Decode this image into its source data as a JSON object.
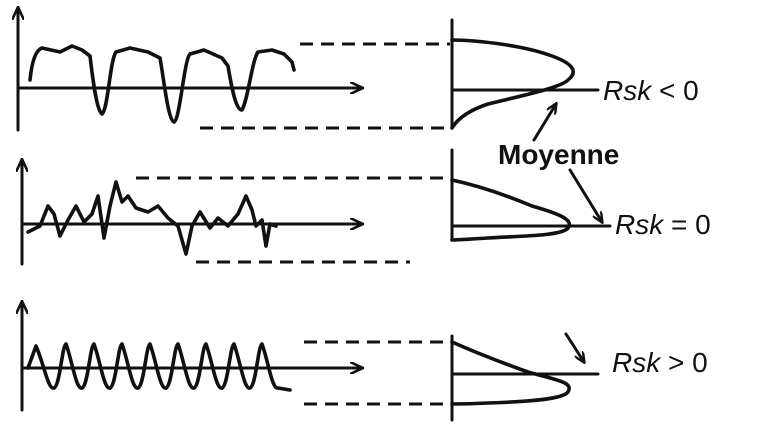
{
  "rows": [
    {
      "symbol": "Rsk",
      "op": "<",
      "value": "0"
    },
    {
      "symbol": "Rsk",
      "op": "=",
      "value": "0"
    },
    {
      "symbol": "Rsk",
      "op": ">",
      "value": "0"
    }
  ],
  "annotation": {
    "label": "Moyenne"
  }
}
